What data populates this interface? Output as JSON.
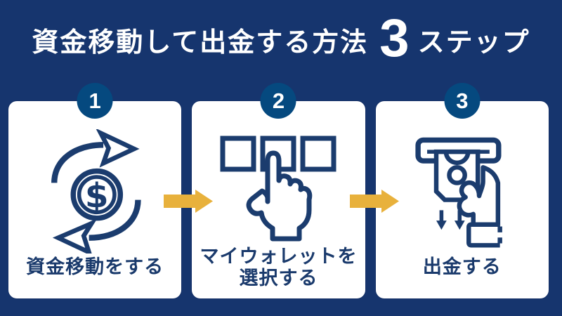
{
  "title": {
    "main": "資金移動して出金する方法",
    "step_count": "3",
    "suffix": "ステップ"
  },
  "steps": [
    {
      "number": "1",
      "label": "資金移動をする",
      "icon": "funds-transfer-icon",
      "currency_symbol": "$"
    },
    {
      "number": "2",
      "label_line1": "マイウォレットを",
      "label_line2": "選択する",
      "icon": "wallet-select-icon"
    },
    {
      "number": "3",
      "label": "出金する",
      "icon": "cash-withdrawal-icon"
    }
  ],
  "colors": {
    "background": "#16356E",
    "badge": "#05497F",
    "arrow": "#E8B13C",
    "line": "#1B3C6E",
    "label": "#1A3A6C",
    "title": "#FFFFFF",
    "card": "#FFFFFF"
  }
}
